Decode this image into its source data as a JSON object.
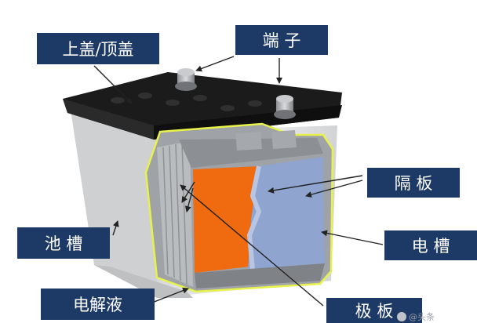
{
  "labels": {
    "top_cover": "上盖/顶盖",
    "terminal": "端  子",
    "separator": "隔  板",
    "pool_tank": "池  槽",
    "electric_tank": "电  槽",
    "electrolyte": "电解液",
    "plate": "极  板"
  },
  "watermark": "@头条",
  "colors": {
    "label_bg": "#1d3a66",
    "lid": "#1b1b1b",
    "case": "#e6e7e9",
    "cutaway_outline": "#e7f24a",
    "plate_orange": "#f06a10",
    "separator_blue": "#8fa4cf",
    "cell_grey": "#b9bcbf"
  },
  "icons": [
    "arrow",
    "terminal-post"
  ]
}
